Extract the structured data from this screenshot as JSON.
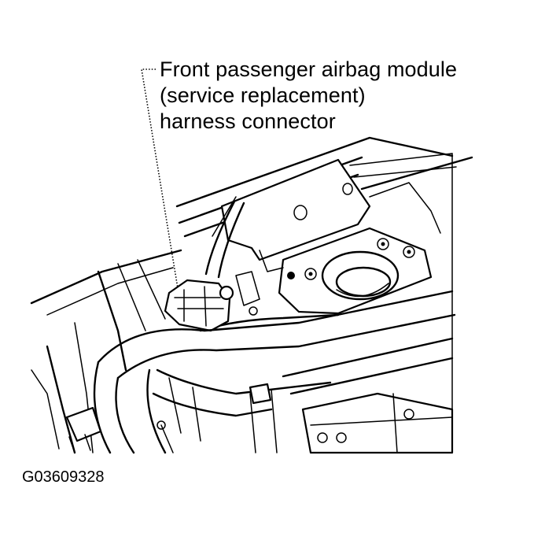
{
  "callout": {
    "line1": "Front passenger airbag module",
    "line2": "(service replacement)",
    "line3": "harness connector"
  },
  "figure_id": "G03609328"
}
